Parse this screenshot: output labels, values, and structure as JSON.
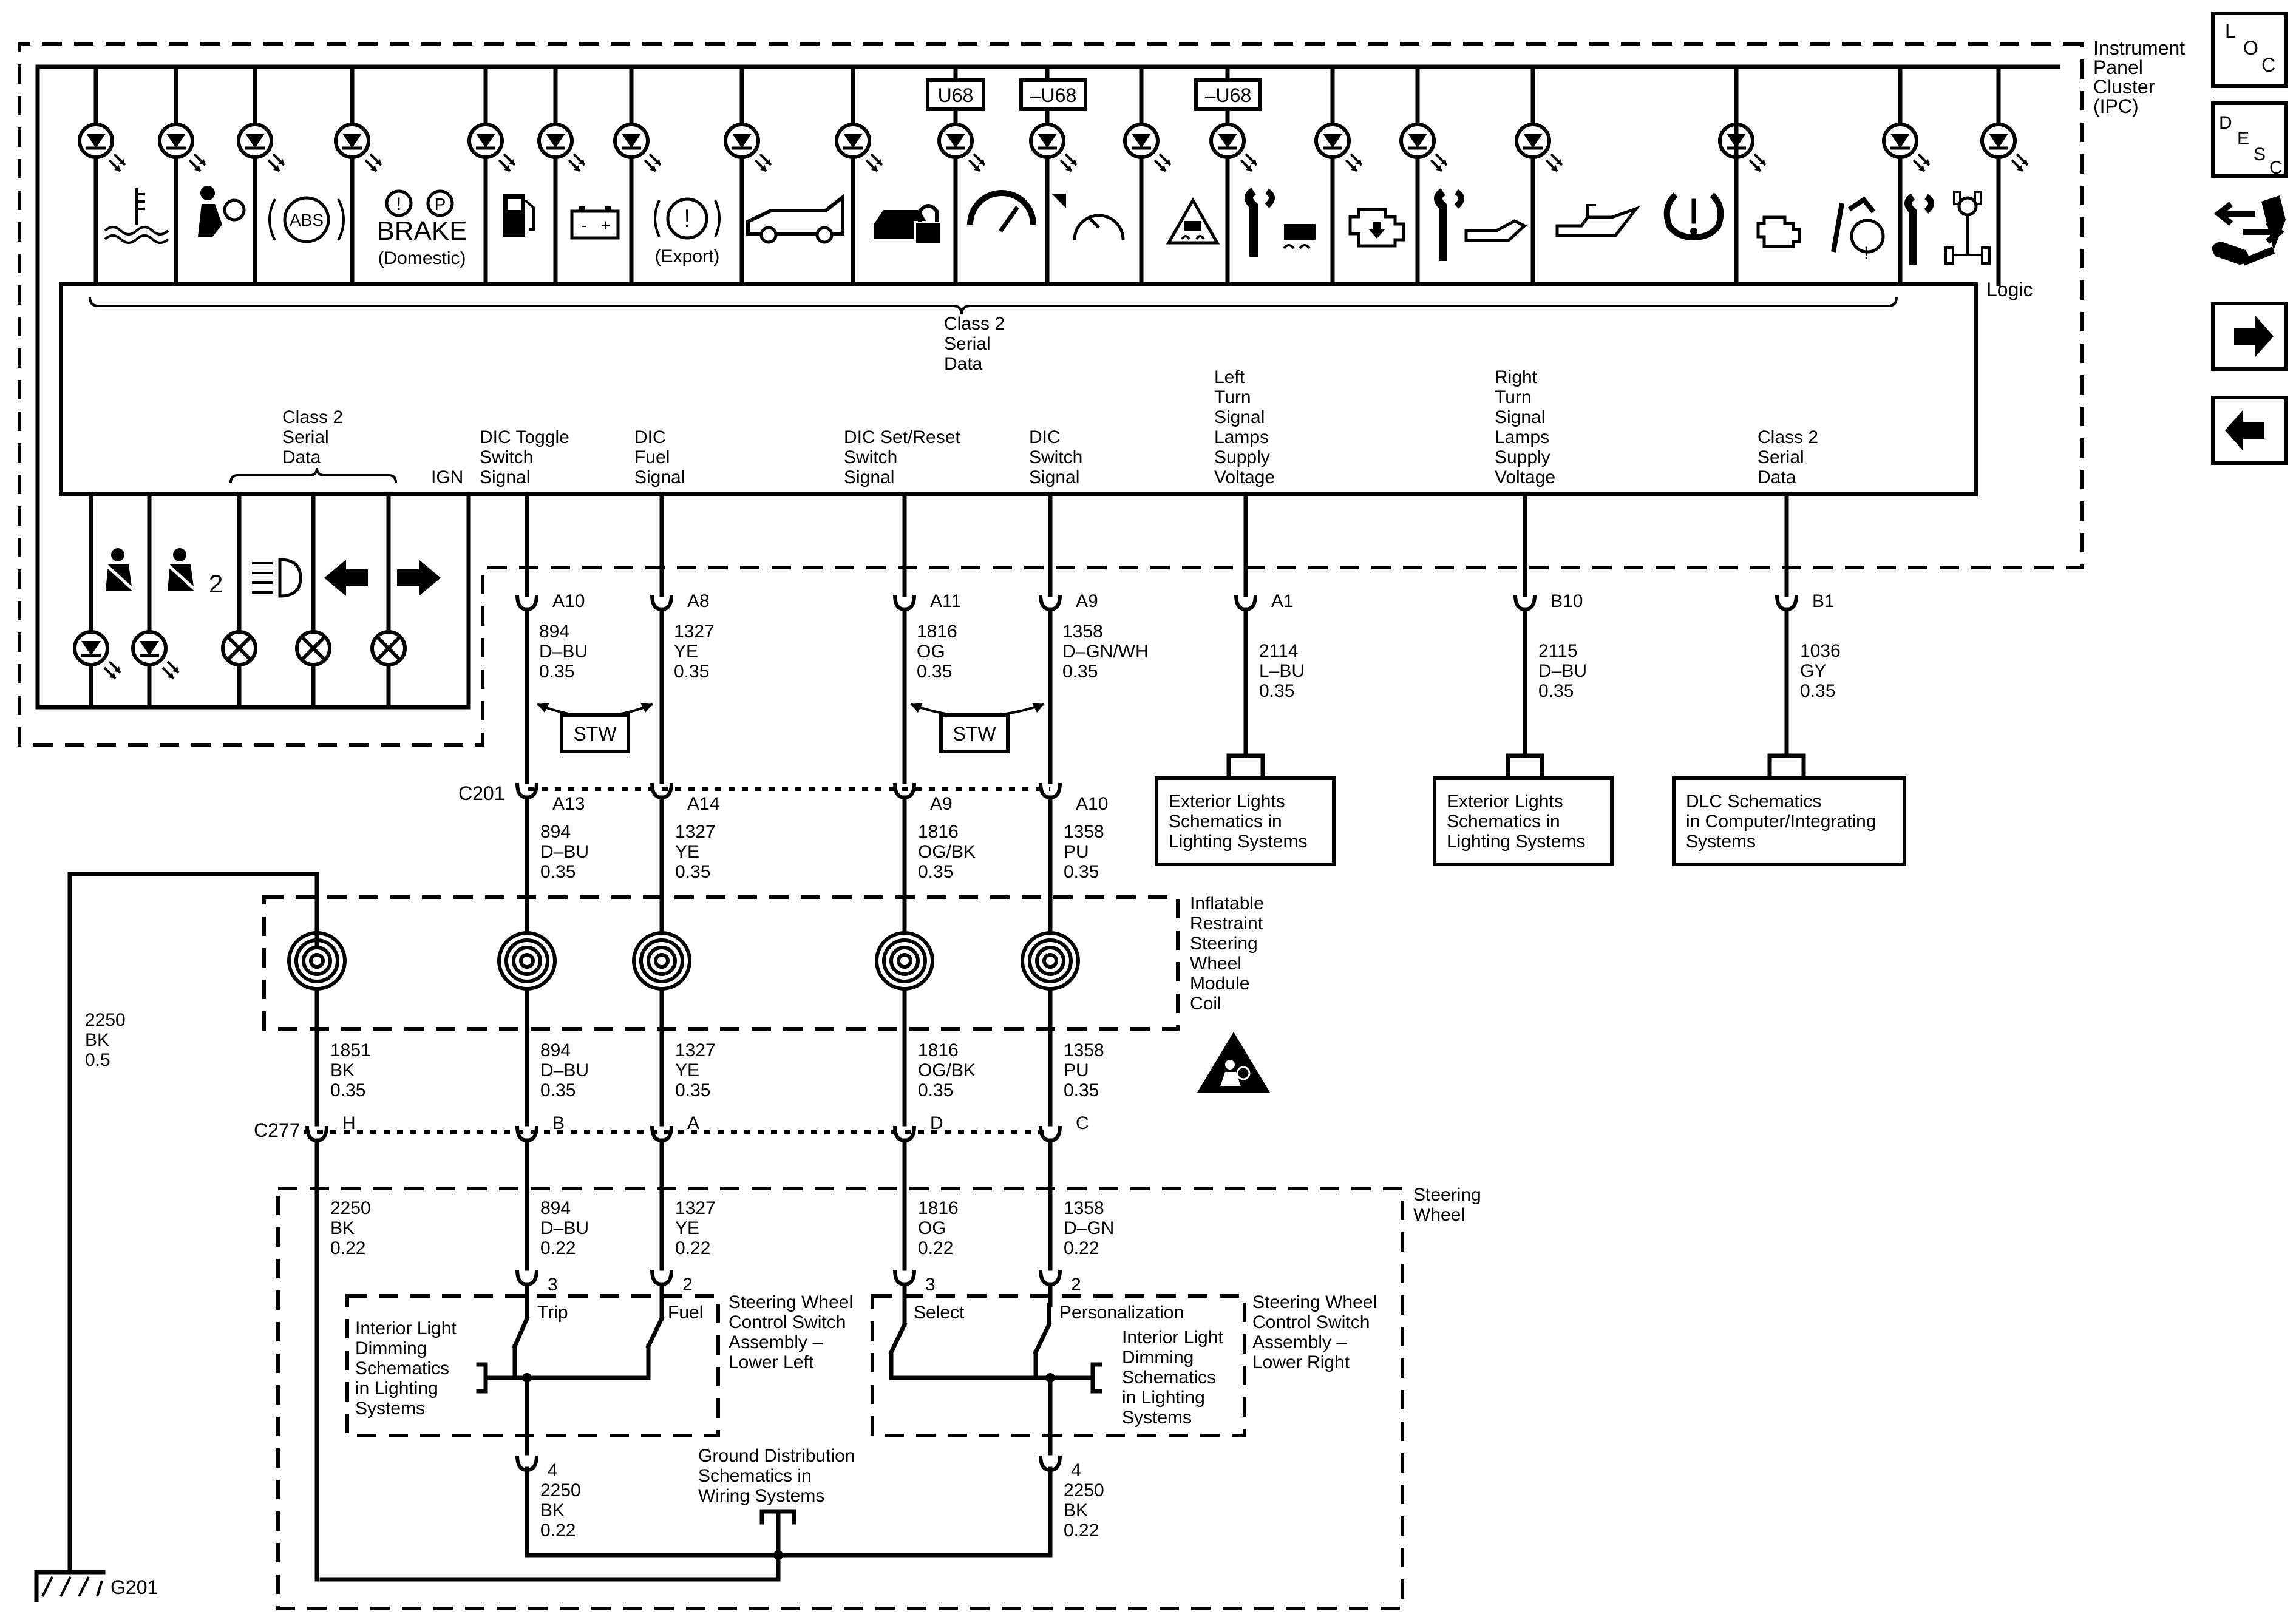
{
  "module": {
    "title": [
      "Instrument",
      "Panel",
      "Cluster",
      "(IPC)"
    ],
    "logic": "Logic",
    "class2_top": [
      "Class 2",
      "Serial",
      "Data"
    ],
    "class2_bottom_left": [
      "Class 2",
      "Serial",
      "Data"
    ],
    "ign": "IGN",
    "signals": [
      {
        "lines": [
          "DIC Toggle",
          "Switch",
          "Signal"
        ]
      },
      {
        "lines": [
          "DIC",
          "Fuel",
          "Signal"
        ]
      },
      {
        "lines": [
          "DIC Set/Reset",
          "Switch",
          "Signal"
        ]
      },
      {
        "lines": [
          "DIC",
          "Switch",
          "Signal"
        ]
      },
      {
        "lines": [
          "Left",
          "Turn",
          "Signal",
          "Lamps",
          "Supply",
          "Voltage"
        ]
      },
      {
        "lines": [
          "Right",
          "Turn",
          "Signal",
          "Lamps",
          "Supply",
          "Voltage"
        ]
      },
      {
        "lines": [
          "Class 2",
          "Serial",
          "Data"
        ]
      }
    ],
    "options": [
      "U68",
      "–U68",
      "–U68"
    ],
    "indicator_labels": {
      "abs": "ABS",
      "brake": "BRAKE",
      "domestic": "(Domestic)",
      "export": "(Export)",
      "seatbelt2": "2"
    }
  },
  "ipc_pins": [
    "A10",
    "A8",
    "A11",
    "A9",
    "A1",
    "B10",
    "B1"
  ],
  "ipc_wires": [
    [
      "894",
      "D–BU",
      "0.35"
    ],
    [
      "1327",
      "YE",
      "0.35"
    ],
    [
      "1816",
      "OG",
      "0.35"
    ],
    [
      "1358",
      "D–GN/WH",
      "0.35"
    ],
    [
      "2114",
      "L–BU",
      "0.35"
    ],
    [
      "2115",
      "D–BU",
      "0.35"
    ],
    [
      "1036",
      "GY",
      "0.35"
    ]
  ],
  "stw": "STW",
  "refs": [
    [
      "Exterior Lights",
      "Schematics in",
      "Lighting Systems"
    ],
    [
      "Exterior Lights",
      "Schematics in",
      "Lighting Systems"
    ],
    [
      "DLC Schematics",
      "in Computer/Integrating",
      "Systems"
    ]
  ],
  "c201": {
    "name": "C201",
    "pins": [
      "A13",
      "A14",
      "A9",
      "A10"
    ],
    "wires": [
      [
        "894",
        "D–BU",
        "0.35"
      ],
      [
        "1327",
        "YE",
        "0.35"
      ],
      [
        "1816",
        "OG/BK",
        "0.35"
      ],
      [
        "1358",
        "PU",
        "0.35"
      ]
    ]
  },
  "coil": {
    "label": [
      "Inflatable",
      "Restraint",
      "Steering",
      "Wheel",
      "Module",
      "Coil"
    ],
    "wires": [
      [
        "1851",
        "BK",
        "0.35"
      ],
      [
        "894",
        "D–BU",
        "0.35"
      ],
      [
        "1327",
        "YE",
        "0.35"
      ],
      [
        "1816",
        "OG/BK",
        "0.35"
      ],
      [
        "1358",
        "PU",
        "0.35"
      ]
    ]
  },
  "ground_wire": [
    "2250",
    "BK",
    "0.5"
  ],
  "c277": {
    "name": "C277",
    "pins": [
      "H",
      "B",
      "A",
      "D",
      "C"
    ]
  },
  "steering_wheel": {
    "label": [
      "Steering",
      "Wheel"
    ],
    "wires": [
      [
        "2250",
        "BK",
        "0.22"
      ],
      [
        "894",
        "D–BU",
        "0.22"
      ],
      [
        "1327",
        "YE",
        "0.22"
      ],
      [
        "1816",
        "OG",
        "0.22"
      ],
      [
        "1358",
        "D–GN",
        "0.22"
      ]
    ],
    "pins": [
      "3",
      "2",
      "3",
      "2",
      "4",
      "4"
    ],
    "switches": [
      "Trip",
      "Fuel",
      "Select",
      "Personalization"
    ],
    "lower_left": [
      "Steering Wheel",
      "Control Switch",
      "Assembly –",
      "Lower Left"
    ],
    "lower_right": [
      "Steering Wheel",
      "Control Switch",
      "Assembly –",
      "Lower Right"
    ],
    "dimming_left": [
      "Interior Light",
      "Dimming",
      "Schematics",
      "in Lighting",
      "Systems"
    ],
    "dimming_right": [
      "Interior Light",
      "Dimming",
      "Schematics",
      "in Lighting",
      "Systems"
    ],
    "ground_dist": [
      "Ground Distribution",
      "Schematics in",
      "Wiring Systems"
    ],
    "ground_wires": [
      [
        "2250",
        "BK",
        "0.22"
      ],
      [
        "2250",
        "BK",
        "0.22"
      ]
    ]
  },
  "ground": "G201",
  "nav": {
    "loc": [
      "L",
      "O",
      "C"
    ],
    "desc": [
      "D",
      "E",
      "S",
      "C"
    ],
    "icons": [
      "connector-wrench-icon",
      "arrow-right-icon",
      "arrow-left-icon"
    ]
  }
}
